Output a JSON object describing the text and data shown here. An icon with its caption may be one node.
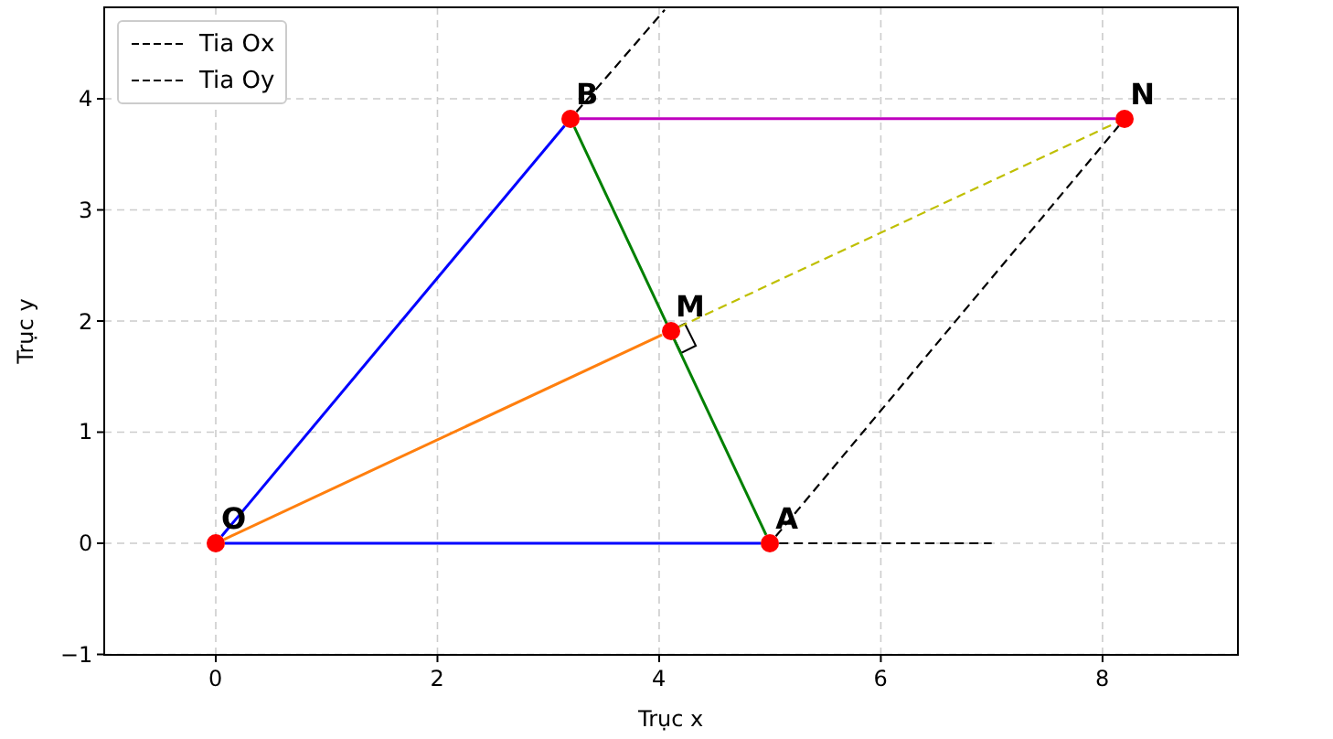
{
  "diagram": {
    "nodes": [
      {
        "text": [
          "O"
        ]
      },
      {
        "text": [
          "A"
        ]
      },
      {
        "text": [
          "B"
        ]
      },
      {
        "text": [
          "M"
        ]
      },
      {
        "text": [
          "N"
        ]
      }
    ],
    "edges": [
      {
        "from": 0,
        "to": 1,
        "arrow": "none",
        "color": "#0000ff"
      },
      {
        "from": 0,
        "to": 2,
        "arrow": "none",
        "color": "#0000ff"
      },
      {
        "from": 2,
        "to": 1,
        "arrow": "none",
        "color": "#008000"
      },
      {
        "from": 0,
        "to": 3,
        "arrow": "none",
        "color": "#ff7f0e"
      },
      {
        "from": 3,
        "to": 4,
        "arrow": "none",
        "style": "dashed",
        "color": "#bfbf00"
      },
      {
        "from": 2,
        "to": 4,
        "arrow": "none",
        "color": "#bf00bf"
      },
      {
        "from": 1,
        "to": 4,
        "arrow": "none",
        "style": "dashed",
        "color": "#000000"
      },
      {
        "from": 1,
        "to": null,
        "arrow": "none",
        "style": "dashed",
        "color": "#000000"
      },
      {
        "from": 2,
        "to": null,
        "arrow": "none",
        "style": "dashed",
        "color": "#000000"
      }
    ],
    "labels": [
      "4",
      "3",
      "2",
      "1",
      "0",
      "−1",
      "Trục y",
      "0",
      "2",
      "4",
      "6",
      "8",
      "Trục x"
    ],
    "legend": [
      {
        "text": "Tia Ox"
      },
      {
        "text": "Tia Oy"
      }
    ]
  }
}
